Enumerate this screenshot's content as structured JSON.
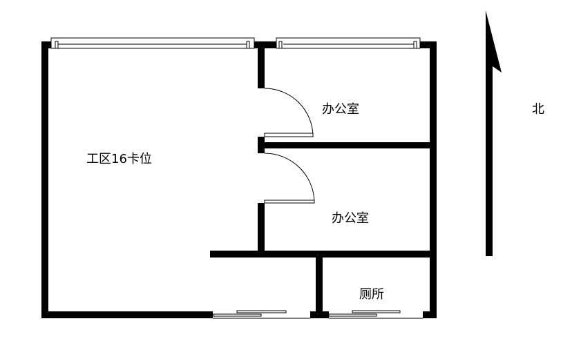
{
  "rooms": {
    "work_area": "工区16卡位",
    "office_1": "办公室",
    "office_2": "办公室",
    "toilet": "厕所"
  },
  "compass": {
    "label": "北",
    "icon": "north-arrow-icon"
  },
  "colors": {
    "wall": "#000000",
    "background": "#ffffff"
  }
}
